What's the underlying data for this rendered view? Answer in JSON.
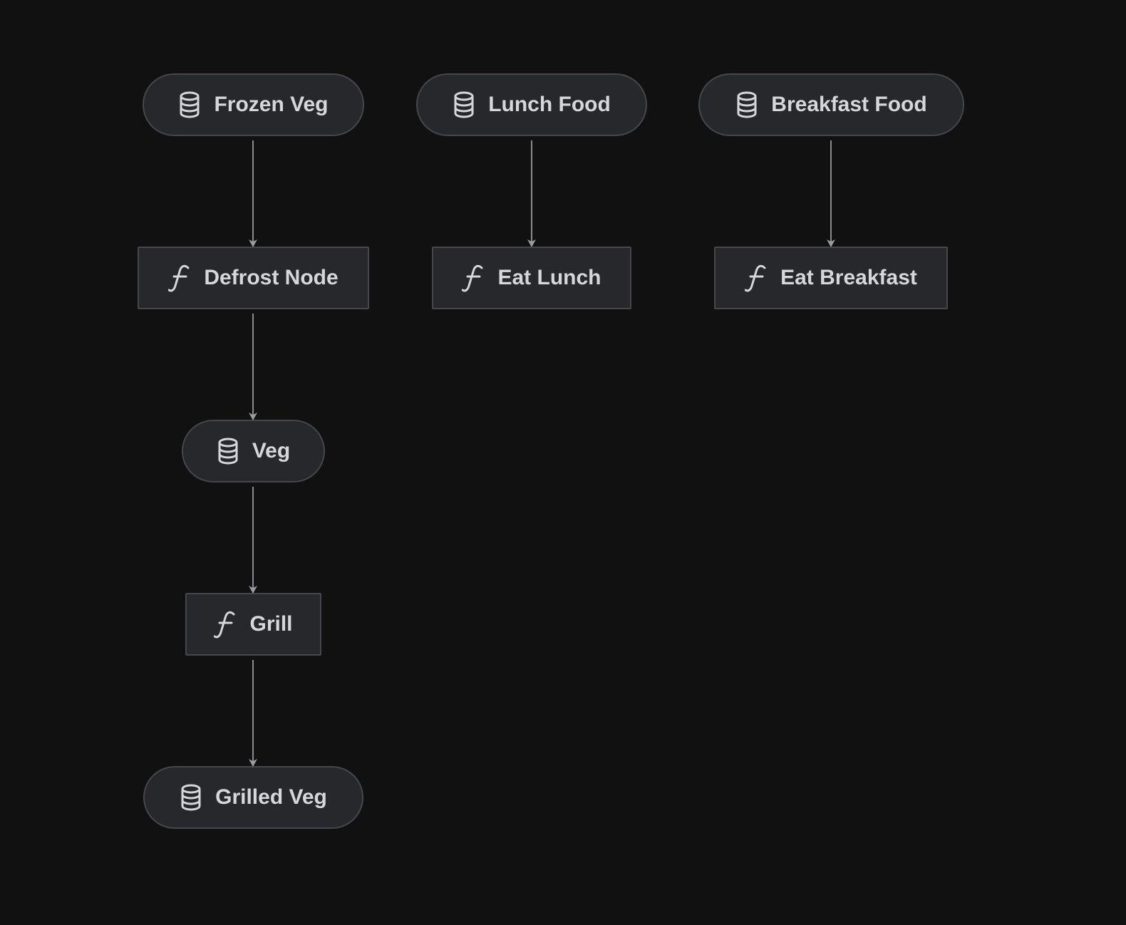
{
  "graph": {
    "colors": {
      "background": "#111111",
      "node_fill": "#27282b",
      "node_border": "#46474a",
      "text": "#d6d7da",
      "edge": "#8a8b8e"
    },
    "nodes": {
      "frozen_veg": {
        "label": "Frozen Veg",
        "kind": "dataset",
        "icon": "database-icon"
      },
      "lunch_food": {
        "label": "Lunch Food",
        "kind": "dataset",
        "icon": "database-icon"
      },
      "breakfast_food": {
        "label": "Breakfast Food",
        "kind": "dataset",
        "icon": "database-icon"
      },
      "defrost_node": {
        "label": "Defrost Node",
        "kind": "task",
        "icon": "function-icon"
      },
      "eat_lunch": {
        "label": "Eat Lunch",
        "kind": "task",
        "icon": "function-icon"
      },
      "eat_breakfast": {
        "label": "Eat Breakfast",
        "kind": "task",
        "icon": "function-icon"
      },
      "veg": {
        "label": "Veg",
        "kind": "dataset",
        "icon": "database-icon"
      },
      "grill": {
        "label": "Grill",
        "kind": "task",
        "icon": "function-icon"
      },
      "grilled_veg": {
        "label": "Grilled Veg",
        "kind": "dataset",
        "icon": "database-icon"
      }
    },
    "edges": [
      {
        "from": "Frozen Veg",
        "to": "Defrost Node"
      },
      {
        "from": "Lunch Food",
        "to": "Eat Lunch"
      },
      {
        "from": "Breakfast Food",
        "to": "Eat Breakfast"
      },
      {
        "from": "Defrost Node",
        "to": "Veg"
      },
      {
        "from": "Veg",
        "to": "Grill"
      },
      {
        "from": "Grill",
        "to": "Grilled Veg"
      }
    ]
  }
}
